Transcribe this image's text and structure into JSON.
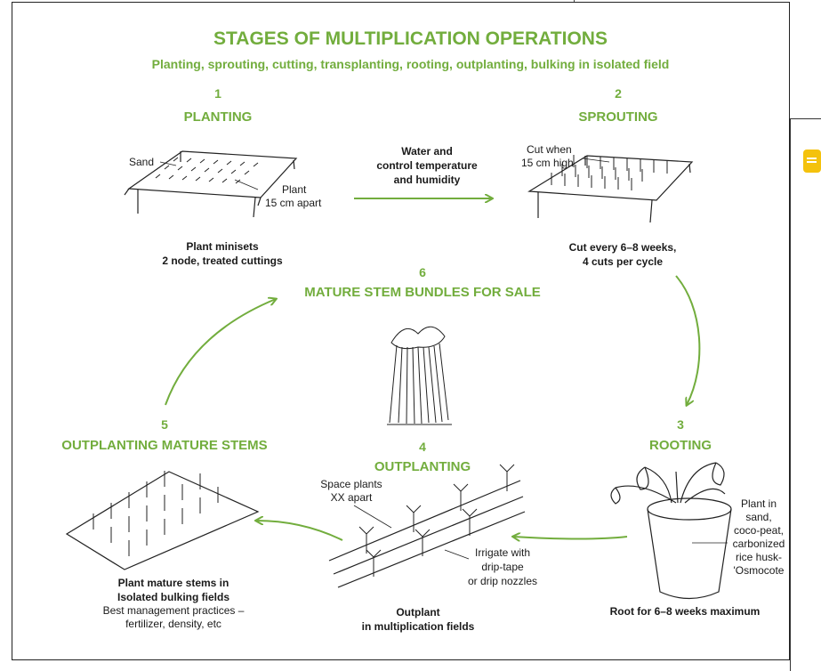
{
  "title": "STAGES OF MULTIPLICATION OPERATIONS",
  "subtitle": "Planting, sprouting, cutting, transplanting, rooting, outplanting, bulking in isolated field",
  "stages": {
    "planting": {
      "number": "1",
      "name": "PLANTING",
      "caption_1": "Plant minisets",
      "caption_2": "2 node, treated cuttings",
      "label_sand": "Sand",
      "label_plant_1": "Plant",
      "label_plant_2": "15 cm apart"
    },
    "sprouting": {
      "number": "2",
      "name": "SPROUTING",
      "caption_1": "Cut every 6–8 weeks,",
      "caption_2": "4 cuts per cycle",
      "label_cut_1": "Cut when",
      "label_cut_2": "15 cm high"
    },
    "rooting": {
      "number": "3",
      "name": "ROOTING",
      "caption_1": "Root for 6–8 weeks maximum",
      "label_1": "Plant in",
      "label_2": "sand,",
      "label_3": "coco-peat,",
      "label_4": "carbonized",
      "label_5": "rice husk-",
      "label_6": "'Osmocote"
    },
    "outplanting": {
      "number": "4",
      "name": "OUTPLANTING",
      "caption_1": "Outplant",
      "caption_2": "in multiplication fields",
      "label_space_1": "Space plants",
      "label_space_2": "XX apart",
      "label_irrigate_1": "Irrigate with",
      "label_irrigate_2": "drip-tape",
      "label_irrigate_3": "or drip nozzles"
    },
    "outplanting_mature": {
      "number": "5",
      "name": "OUTPLANTING MATURE STEMS",
      "caption_1": "Plant mature stems in",
      "caption_2": "Isolated bulking fields",
      "note_1": "Best management practices –",
      "note_2": "fertilizer, density, etc"
    },
    "mature": {
      "number": "6",
      "name": "MATURE STEM BUNDLES FOR SALE"
    }
  },
  "transition_1_2": {
    "line_1": "Water and",
    "line_2": "control temperature",
    "line_3": "and humidity"
  },
  "colors": {
    "accent": "#72ad3d",
    "text": "#1a1a1a",
    "comment_icon": "#f4c20d"
  }
}
